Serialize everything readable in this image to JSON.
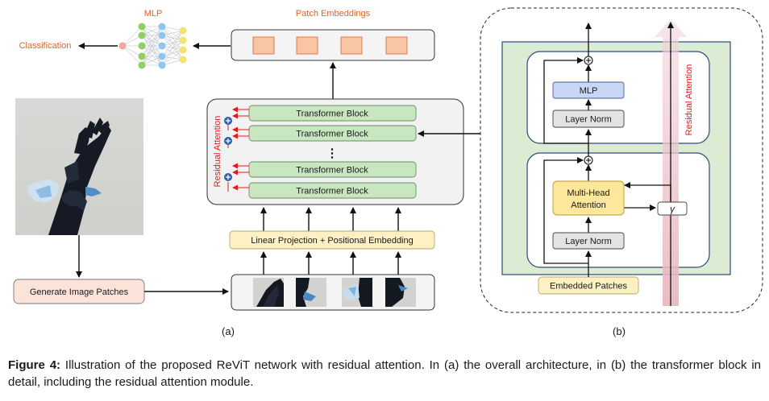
{
  "panel_a": {
    "mlp_label": "MLP",
    "classification_label": "Classification",
    "patch_embeddings_title": "Patch Embeddings",
    "residual_attention_label": "Residual Attention",
    "blocks": [
      "Transformer Block",
      "Transformer Block",
      "Transformer Block",
      "Transformer Block"
    ],
    "ellipsis": "⋮",
    "linear_projection_label": "Linear Projection + Positional Embedding",
    "generate_patches_label": "Generate Image Patches",
    "sublabel": "(a)"
  },
  "panel_b": {
    "mlp_box": "MLP",
    "layer_norm_top": "Layer Norm",
    "mha_line1": "Multi-Head",
    "mha_line2": "Attention",
    "layer_norm_bottom": "Layer Norm",
    "gamma": "γ",
    "embedded_patches": "Embedded Patches",
    "residual_attention_label": "Residual Attention",
    "plus": "+",
    "sublabel": "(b)"
  },
  "caption": {
    "figure_label": "Figure 4:",
    "text": " Illustration of the proposed ReViT network with residual attention. In (a) the overall architecture, in (b) the transformer block in detail, including the residual attention module."
  },
  "colors": {
    "orange_text": "#d9652b",
    "green_block": "#c8e6c0",
    "yellow_box": "#fdf1c4",
    "pink_box": "#fbe3da",
    "patch_fill": "#f8c6a4",
    "mlp_blue": "#c9d6f5",
    "panel_green": "#dcebd4",
    "dark_blue": "#2b4a7a",
    "red": "#e01b1b"
  }
}
